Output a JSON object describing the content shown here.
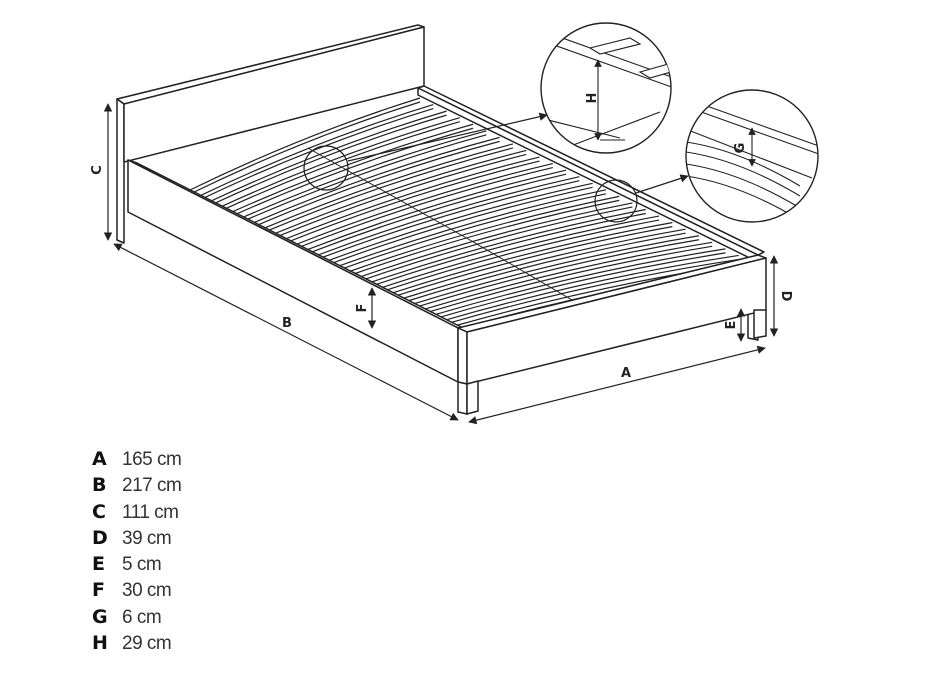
{
  "dimension_labels": {
    "a": "A",
    "b": "B",
    "c": "C",
    "d": "D",
    "e": "E",
    "f": "F",
    "g": "G",
    "h": "H"
  },
  "legend": [
    {
      "key": "A",
      "value": "165 cm"
    },
    {
      "key": "B",
      "value": "217 cm"
    },
    {
      "key": "C",
      "value": "111 cm"
    },
    {
      "key": "D",
      "value": "39 cm"
    },
    {
      "key": "E",
      "value": "5 cm"
    },
    {
      "key": "F",
      "value": "30 cm"
    },
    {
      "key": "G",
      "value": "6 cm"
    },
    {
      "key": "H",
      "value": "29 cm"
    }
  ]
}
